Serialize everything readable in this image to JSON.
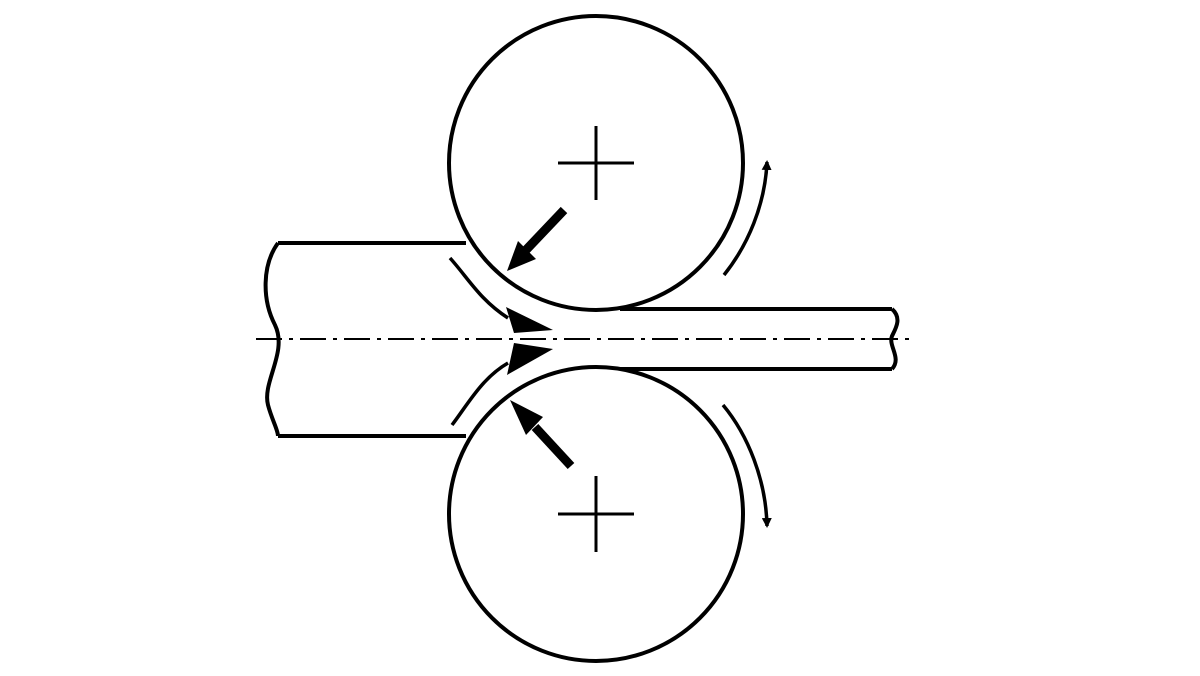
{
  "diagram": {
    "type": "rolling-process-schematic",
    "colors": {
      "stroke": "#000000",
      "background": "#ffffff"
    },
    "elements": [
      "upper-roll",
      "lower-roll",
      "workpiece-thick-section",
      "workpiece-thin-section",
      "centerline",
      "radial-pressure-arrows",
      "material-flow-arrows",
      "roll-rotation-arrows"
    ]
  }
}
